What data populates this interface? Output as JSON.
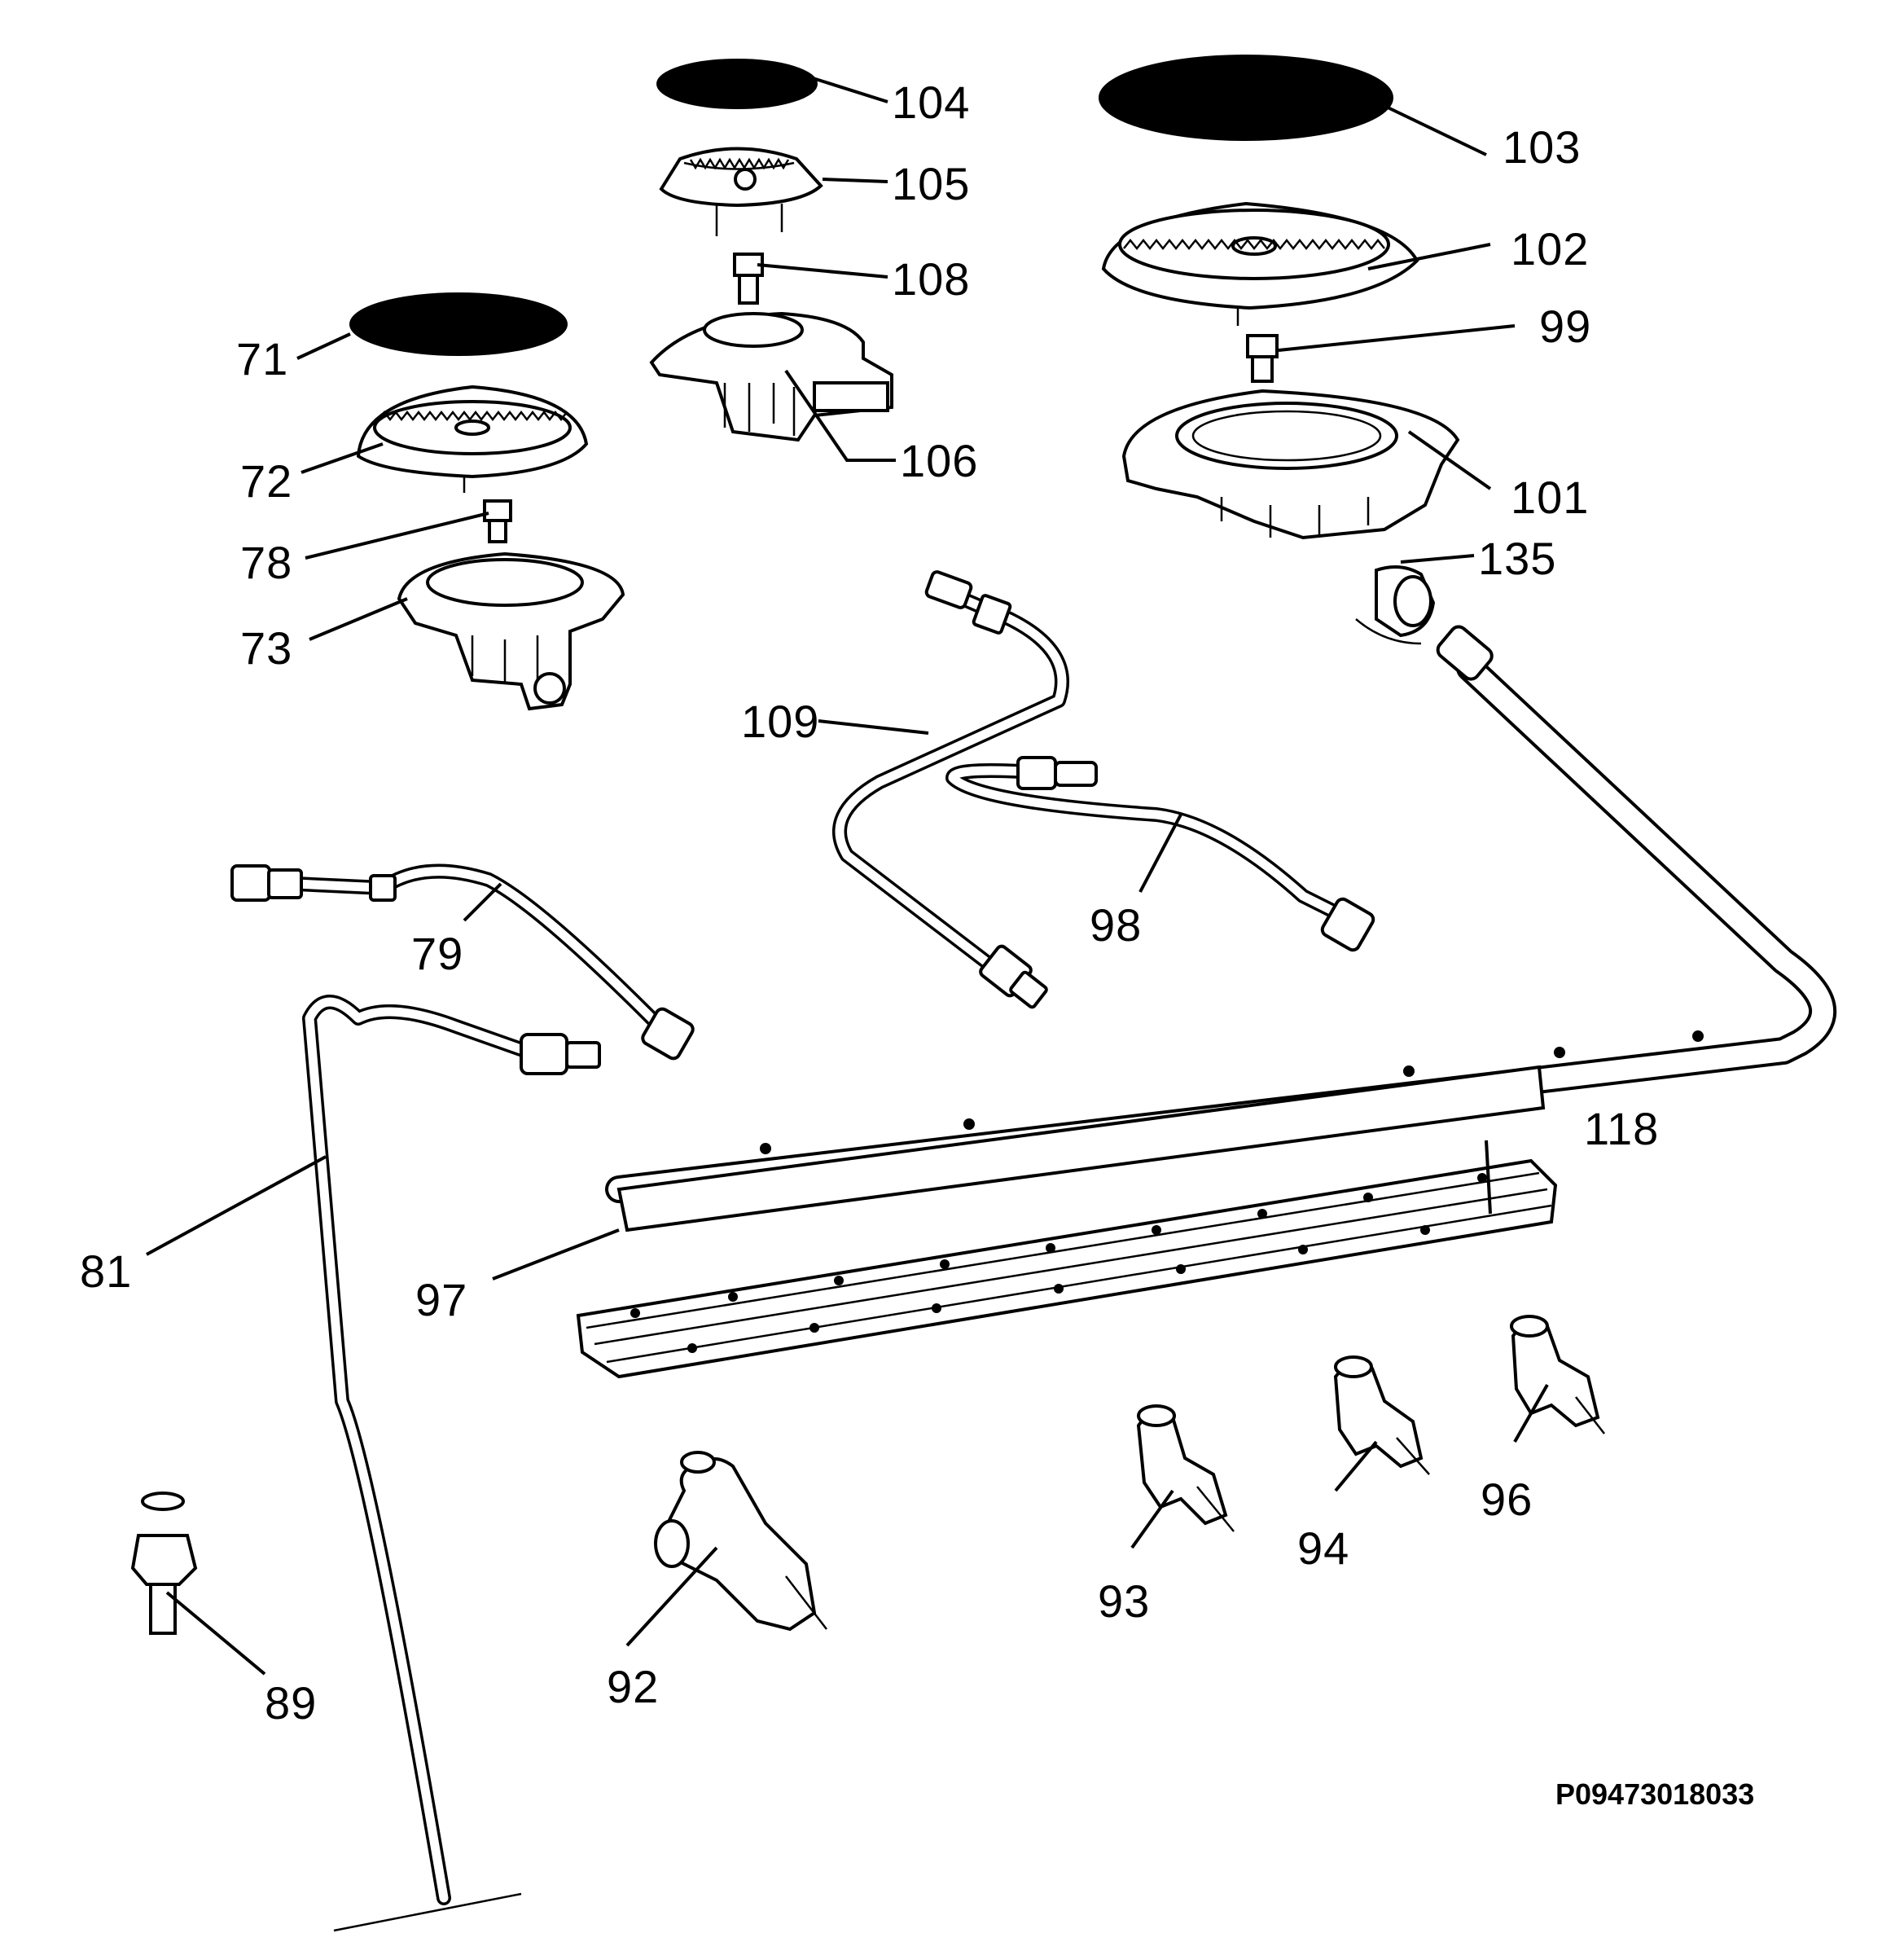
{
  "diagram": {
    "drawing_code": "P09473018033",
    "parts": [
      {
        "id": "p71",
        "label": "71",
        "icon": "burner-cap-small-icon"
      },
      {
        "id": "p72",
        "label": "72",
        "icon": "burner-crown-small-icon"
      },
      {
        "id": "p73",
        "label": "73",
        "icon": "burner-body-small-icon"
      },
      {
        "id": "p78",
        "label": "78",
        "icon": "injector-nozzle-icon"
      },
      {
        "id": "p79",
        "label": "79",
        "icon": "gas-tube-icon"
      },
      {
        "id": "p81",
        "label": "81",
        "icon": "gas-tube-long-icon"
      },
      {
        "id": "p89",
        "label": "89",
        "icon": "hose-connector-icon"
      },
      {
        "id": "p92",
        "label": "92",
        "icon": "gas-valve-icon"
      },
      {
        "id": "p93",
        "label": "93",
        "icon": "gas-valve-icon"
      },
      {
        "id": "p94",
        "label": "94",
        "icon": "gas-valve-icon"
      },
      {
        "id": "p96",
        "label": "96",
        "icon": "gas-valve-icon"
      },
      {
        "id": "p97",
        "label": "97",
        "icon": "gasket-strip-icon"
      },
      {
        "id": "p98",
        "label": "98",
        "icon": "gas-tube-icon"
      },
      {
        "id": "p99",
        "label": "99",
        "icon": "injector-nozzle-icon"
      },
      {
        "id": "p101",
        "label": "101",
        "icon": "burner-body-large-icon"
      },
      {
        "id": "p102",
        "label": "102",
        "icon": "burner-crown-large-icon"
      },
      {
        "id": "p103",
        "label": "103",
        "icon": "burner-cap-large-icon"
      },
      {
        "id": "p104",
        "label": "104",
        "icon": "burner-cap-medium-icon"
      },
      {
        "id": "p105",
        "label": "105",
        "icon": "burner-crown-medium-icon"
      },
      {
        "id": "p106",
        "label": "106",
        "icon": "burner-body-medium-icon"
      },
      {
        "id": "p108",
        "label": "108",
        "icon": "injector-nozzle-icon"
      },
      {
        "id": "p109",
        "label": "109",
        "icon": "gas-tube-icon"
      },
      {
        "id": "p118",
        "label": "118",
        "icon": "gas-manifold-rail-icon"
      },
      {
        "id": "p135",
        "label": "135",
        "icon": "hose-clamp-icon"
      }
    ]
  }
}
